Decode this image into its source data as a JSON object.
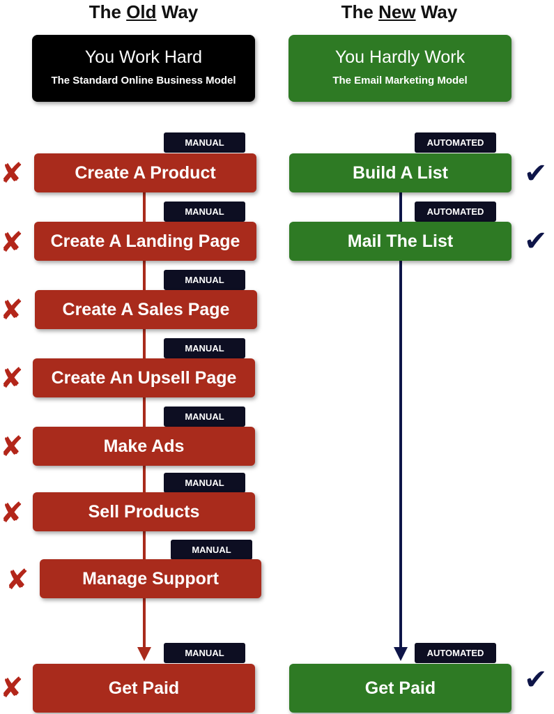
{
  "old_way": {
    "title_prefix": "The ",
    "title_emph": "Old",
    "title_suffix": " Way",
    "header_title": "You Work Hard",
    "header_subtitle": "The Standard Online Business Model",
    "tag_label": "MANUAL",
    "steps": [
      "Create A Product",
      "Create A Landing Page",
      "Create A Sales Page",
      "Create An Upsell Page",
      "Make Ads",
      "Sell Products",
      "Manage Support",
      "Get Paid"
    ]
  },
  "new_way": {
    "title_prefix": "The ",
    "title_emph": "New",
    "title_suffix": " Way",
    "header_title": "You Hardly Work",
    "header_subtitle": "The Email Marketing Model",
    "tag_label": "AUTOMATED",
    "steps": [
      "Build A List",
      "Mail The List",
      "Get Paid"
    ]
  },
  "icons": {
    "old_marker": "cross-icon",
    "new_marker": "check-icon"
  },
  "colors": {
    "old": "#a92b1c",
    "new": "#2e7a24",
    "tag": "#0d0e22",
    "cross": "#b3261a",
    "check": "#0e1548"
  },
  "symbols": {
    "cross": "✘",
    "check": "✔"
  }
}
